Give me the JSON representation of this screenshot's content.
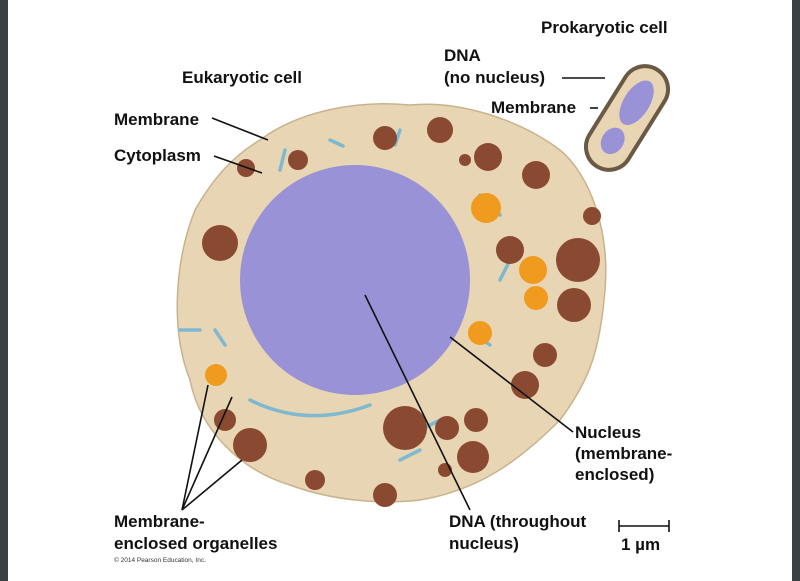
{
  "titles": {
    "eukaryotic": "Eukaryotic cell",
    "prokaryotic": "Prokaryotic cell"
  },
  "labels": {
    "membrane_euk": "Membrane",
    "cytoplasm": "Cytoplasm",
    "dna_prok_line1": "DNA",
    "dna_prok_line2": "(no nucleus)",
    "membrane_prok": "Membrane",
    "organelles_line1": "Membrane-",
    "organelles_line2": "enclosed organelles",
    "dna_euk_line1": "DNA (throughout",
    "dna_euk_line2": "nucleus)",
    "nucleus_line1": "Nucleus",
    "nucleus_line2": "(membrane-",
    "nucleus_line3": "enclosed)",
    "scale_bar": "1 µm"
  },
  "copyright": "© 2014 Pearson Education, Inc.",
  "colors": {
    "cytoplasm": "#e8d5b4",
    "nucleus": "#9a92d6",
    "organelle_brown": "#8a4a32",
    "organelle_orange": "#f09a1e",
    "er_blue": "#7fb9cf",
    "membrane_outline": "#6a5a45"
  }
}
